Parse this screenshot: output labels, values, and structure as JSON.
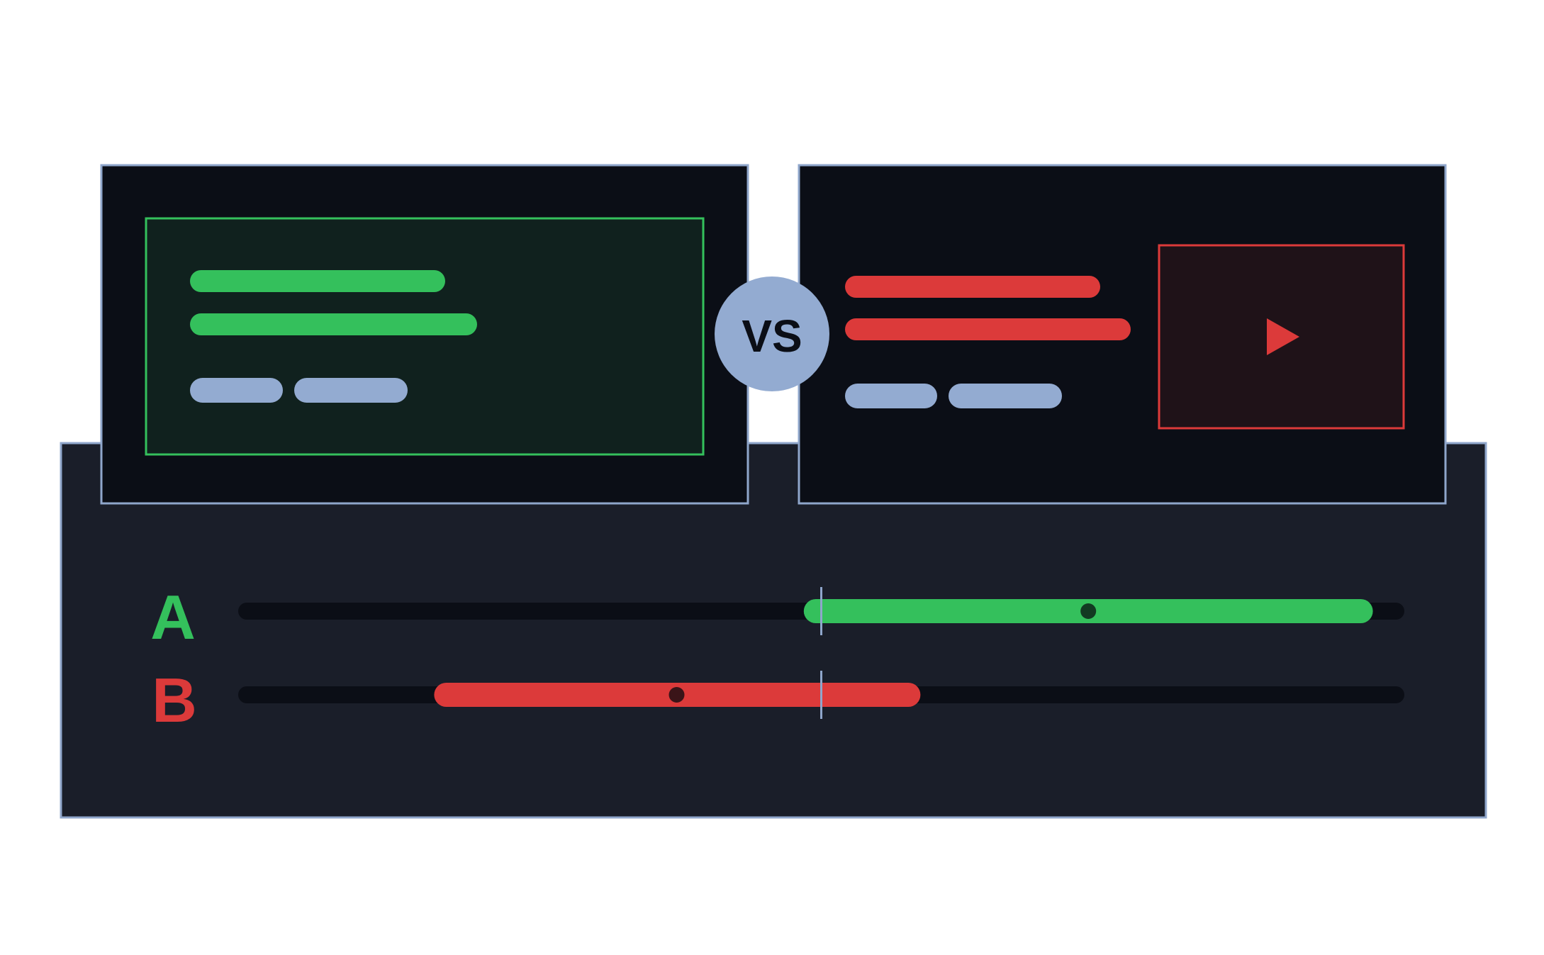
{
  "diagram": {
    "vs_badge": {
      "label": "VS",
      "icon": "vs-badge"
    },
    "variant_a": {
      "label": "A",
      "color": "#34C05C",
      "card_kind": "text-only",
      "estimate": {
        "interval_low": 0.485,
        "interval_high": 0.973,
        "point": 0.729
      }
    },
    "variant_b": {
      "label": "B",
      "color": "#DC3A3A",
      "card_kind": "text-with-video",
      "media_icon": "play-icon",
      "estimate": {
        "interval_low": 0.168,
        "interval_high": 0.585,
        "point": 0.376
      }
    },
    "baseline": {
      "value": 0.5
    },
    "colors": {
      "panel_bg": "#1A1E29",
      "card_bg": "#0B0E16",
      "border": "#8FA6CB",
      "track": "#0B0E16",
      "placeholder_gray": "#93ABD1",
      "green_area": "#10211E",
      "red_area": "#1F1218",
      "green_dot": "#123A22",
      "red_dot": "#3A1418"
    }
  }
}
